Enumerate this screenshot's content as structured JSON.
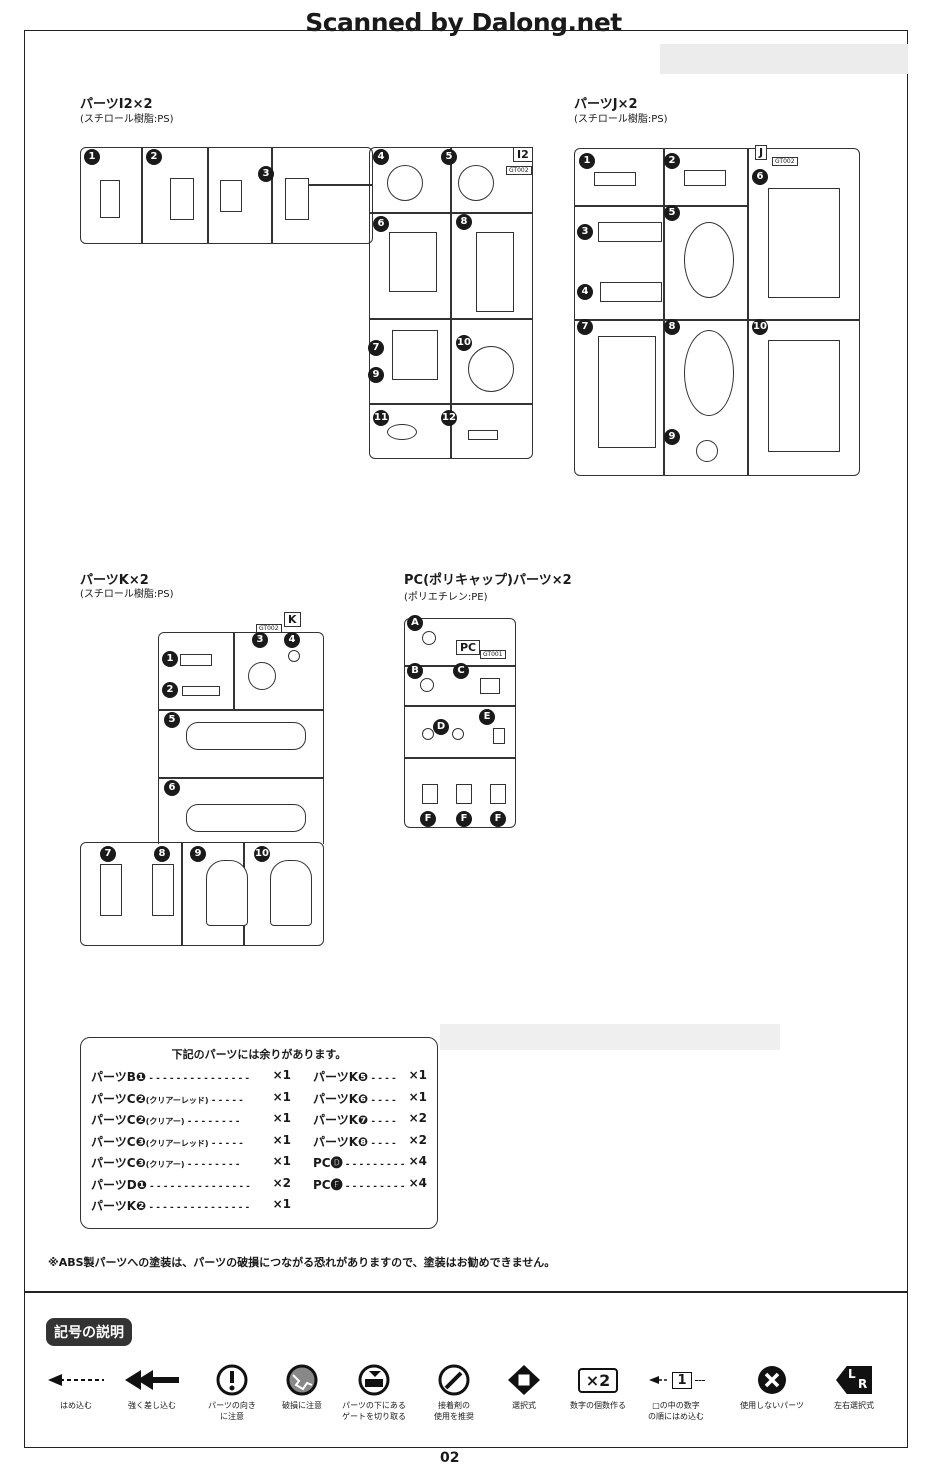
{
  "watermark": "Scanned by Dalong.net",
  "page_number": "02",
  "sprues": {
    "i2": {
      "title": "パーツI2×2",
      "material": "(スチロール樹脂:PS)",
      "tag": "I2",
      "code": "GT002"
    },
    "j": {
      "title": "パーツJ×2",
      "material": "(スチロール樹脂:PS)",
      "tag": "J",
      "code": "GT002"
    },
    "k": {
      "title": "パーツK×2",
      "material": "(スチロール樹脂:PS)",
      "tag": "K",
      "code": "GT002"
    },
    "pc": {
      "title": "PC(ポリキャップ)パーツ×2",
      "material": "(ポリエチレン:PE)",
      "tag": "PC",
      "code": "GT001"
    }
  },
  "spares": {
    "heading": "下記のパーツには余りがあります。",
    "left": [
      {
        "part": "パーツB❶",
        "dots": "- - - - - - - - - - - - - - -",
        "qty": "×1"
      },
      {
        "part": "パーツC❷",
        "note": "(クリアーレッド)",
        "dots": "- - - - -",
        "qty": "×1"
      },
      {
        "part": "パーツC❷",
        "note": "(クリアー)",
        "dots": "- - - - - - - -",
        "qty": "×1"
      },
      {
        "part": "パーツC❸",
        "note": "(クリアーレッド)",
        "dots": "- - - - -",
        "qty": "×1"
      },
      {
        "part": "パーツC❸",
        "note": "(クリアー)",
        "dots": "- - - - - - - -",
        "qty": "×1"
      },
      {
        "part": "パーツD❶",
        "dots": "- - - - - - - - - - - - - - -",
        "qty": "×2"
      },
      {
        "part": "パーツK❷",
        "dots": "- - - - - - - - - - - - - - -",
        "qty": "×1"
      }
    ],
    "right": [
      {
        "part": "パーツK❺",
        "dots": "- - - -",
        "qty": "×1"
      },
      {
        "part": "パーツK❻",
        "dots": "- - - -",
        "qty": "×1"
      },
      {
        "part": "パーツK❼",
        "dots": "- - - -",
        "qty": "×2"
      },
      {
        "part": "パーツK❽",
        "dots": "- - - -",
        "qty": "×2"
      },
      {
        "part": "PC🅓",
        "dots": "- - - - - - - - -",
        "qty": "×4"
      },
      {
        "part": "PC🅕",
        "dots": "- - - - - - - - -",
        "qty": "×4"
      }
    ]
  },
  "caution": "※ABS製パーツへの塗装は、パーツの破損につながる恐れがありますので、塗装はお勧めできません。",
  "legend": {
    "title": "記号の説明",
    "items": [
      {
        "icon": "dashed-arrow-icon",
        "label": "はめ込む"
      },
      {
        "icon": "double-arrow-icon",
        "label": "強く差し込む"
      },
      {
        "icon": "exclamation-icon",
        "label": "パーツの向き\nに注意"
      },
      {
        "icon": "broken-icon",
        "label": "破損に注意"
      },
      {
        "icon": "gate-cut-icon",
        "label": "パーツの下にある\nゲートを切り取る"
      },
      {
        "icon": "glue-icon",
        "label": "接着剤の\n使用を推奨"
      },
      {
        "icon": "select-icon",
        "label": "選択式"
      },
      {
        "icon": "count-icon",
        "glyph": "×2",
        "label": "数字の個数作る"
      },
      {
        "icon": "order-icon",
        "glyph": "1",
        "label": "□の中の数字\nの順にはめ込む"
      },
      {
        "icon": "unused-icon",
        "label": "使用しないパーツ"
      },
      {
        "icon": "left-right-icon",
        "glyph_l": "L",
        "glyph_r": "R",
        "label": "左右選択式"
      }
    ]
  }
}
